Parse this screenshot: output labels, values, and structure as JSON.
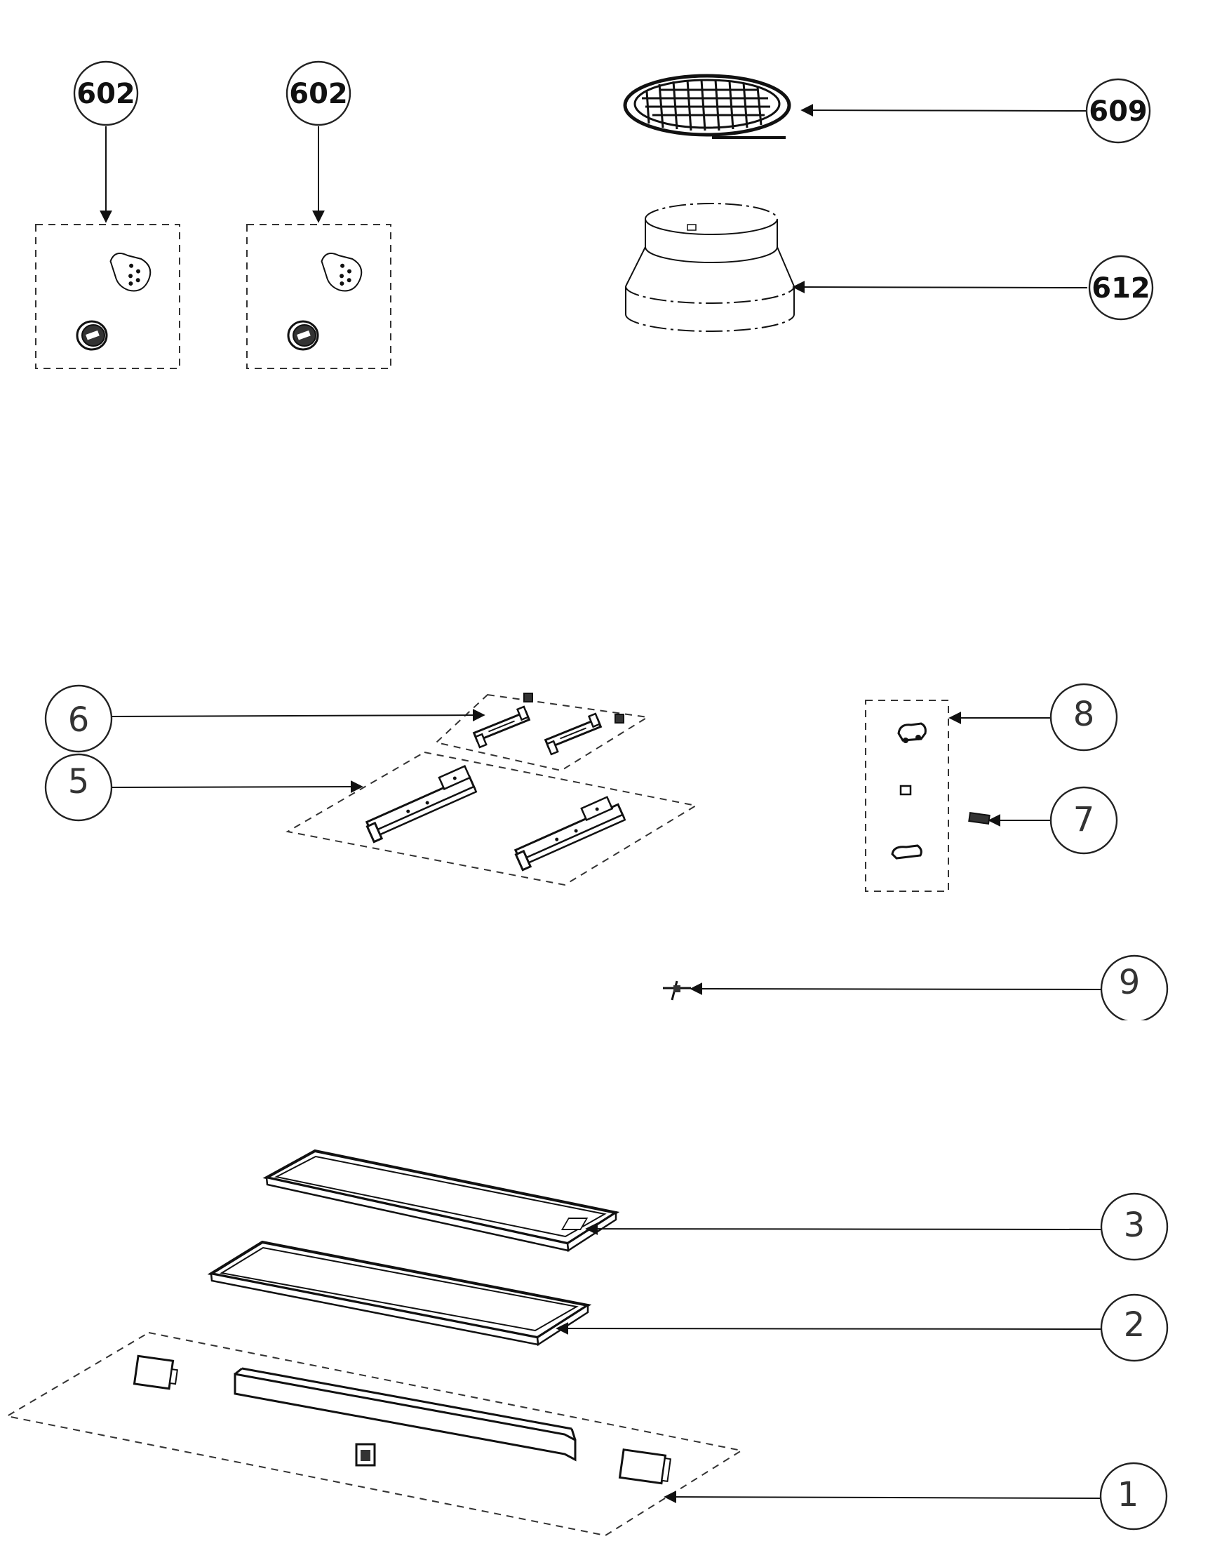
{
  "callouts": [
    {
      "id": "602a",
      "label": "602",
      "style": "bold"
    },
    {
      "id": "602b",
      "label": "602",
      "style": "bold"
    },
    {
      "id": "609",
      "label": "609",
      "style": "bold"
    },
    {
      "id": "612",
      "label": "612",
      "style": "bold"
    },
    {
      "id": "6",
      "label": "6",
      "style": "thin"
    },
    {
      "id": "5",
      "label": "5",
      "style": "thin"
    },
    {
      "id": "8",
      "label": "8",
      "style": "thin"
    },
    {
      "id": "7",
      "label": "7",
      "style": "thin"
    },
    {
      "id": "9",
      "label": "9",
      "style": "thin"
    },
    {
      "id": "3",
      "label": "3",
      "style": "thin"
    },
    {
      "id": "2",
      "label": "2",
      "style": "thin"
    },
    {
      "id": "1",
      "label": "1",
      "style": "thin"
    }
  ]
}
